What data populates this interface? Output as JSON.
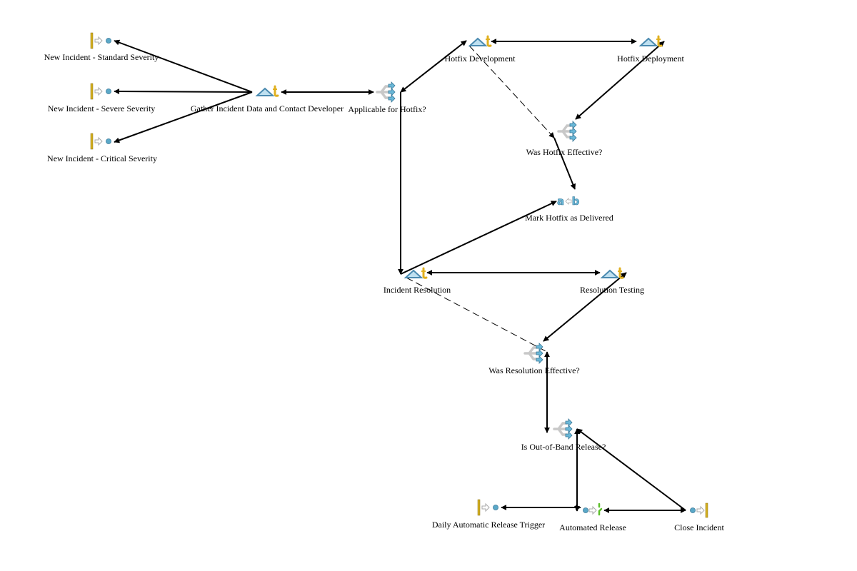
{
  "diagram": {
    "type": "workflow",
    "nodes": [
      {
        "id": "start_standard",
        "kind": "start",
        "label": "New Incident - Standard Severity"
      },
      {
        "id": "start_severe",
        "kind": "start",
        "label": "New Incident - Severe Severity"
      },
      {
        "id": "start_critical",
        "kind": "start",
        "label": "New Incident - Critical Severity"
      },
      {
        "id": "gather",
        "kind": "task",
        "label": "Gather Incident Data and Contact Developer"
      },
      {
        "id": "applicable",
        "kind": "decision",
        "label": "Applicable for Hotfix?"
      },
      {
        "id": "hotfix_dev",
        "kind": "task",
        "label": "Hotfix Development"
      },
      {
        "id": "hotfix_deploy",
        "kind": "task",
        "label": "Hotfix Deployment"
      },
      {
        "id": "hotfix_effective",
        "kind": "decision",
        "label": "Was Hotfix Effective?"
      },
      {
        "id": "mark_delivered",
        "kind": "assign",
        "label": "Mark Hotfix as Delivered"
      },
      {
        "id": "resolution",
        "kind": "task",
        "label": "Incident Resolution"
      },
      {
        "id": "res_testing",
        "kind": "task",
        "label": "Resolution Testing"
      },
      {
        "id": "res_effective",
        "kind": "decision",
        "label": "Was Resolution Effective?"
      },
      {
        "id": "out_of_band",
        "kind": "decision",
        "label": "Is Out-of-Band Release?"
      },
      {
        "id": "daily_trigger",
        "kind": "start",
        "label": "Daily Automatic Release Trigger"
      },
      {
        "id": "auto_release",
        "kind": "merge",
        "label": "Automated Release"
      },
      {
        "id": "close",
        "kind": "end",
        "label": "Close Incident"
      }
    ],
    "edges": [
      {
        "from": "start_standard",
        "to": "gather",
        "style": "solid"
      },
      {
        "from": "start_severe",
        "to": "gather",
        "style": "solid"
      },
      {
        "from": "start_critical",
        "to": "gather",
        "style": "solid"
      },
      {
        "from": "gather",
        "to": "applicable",
        "style": "solid"
      },
      {
        "from": "applicable",
        "to": "hotfix_dev",
        "style": "solid"
      },
      {
        "from": "applicable",
        "to": "resolution",
        "style": "solid"
      },
      {
        "from": "hotfix_dev",
        "to": "hotfix_deploy",
        "style": "solid"
      },
      {
        "from": "hotfix_deploy",
        "to": "hotfix_effective",
        "style": "solid"
      },
      {
        "from": "hotfix_dev",
        "to": "hotfix_effective",
        "style": "dashed"
      },
      {
        "from": "hotfix_effective",
        "to": "mark_delivered",
        "style": "solid"
      },
      {
        "from": "mark_delivered",
        "to": "resolution",
        "style": "solid"
      },
      {
        "from": "resolution",
        "to": "res_testing",
        "style": "solid"
      },
      {
        "from": "res_testing",
        "to": "res_effective",
        "style": "solid"
      },
      {
        "from": "resolution",
        "to": "res_effective",
        "style": "dashed"
      },
      {
        "from": "res_effective",
        "to": "out_of_band",
        "style": "solid"
      },
      {
        "from": "out_of_band",
        "to": "auto_release",
        "style": "solid"
      },
      {
        "from": "out_of_band",
        "to": "close",
        "style": "solid"
      },
      {
        "from": "daily_trigger",
        "to": "auto_release",
        "style": "solid"
      },
      {
        "from": "close",
        "to": "auto_release",
        "style": "solid"
      }
    ]
  },
  "colors": {
    "line": "#000000",
    "start_bar": "#d4b020",
    "dot": "#5aa8c8",
    "task_triangle": "#4a8ab0",
    "task_t": "#e0b020",
    "merge_green": "#5cbf2a"
  }
}
